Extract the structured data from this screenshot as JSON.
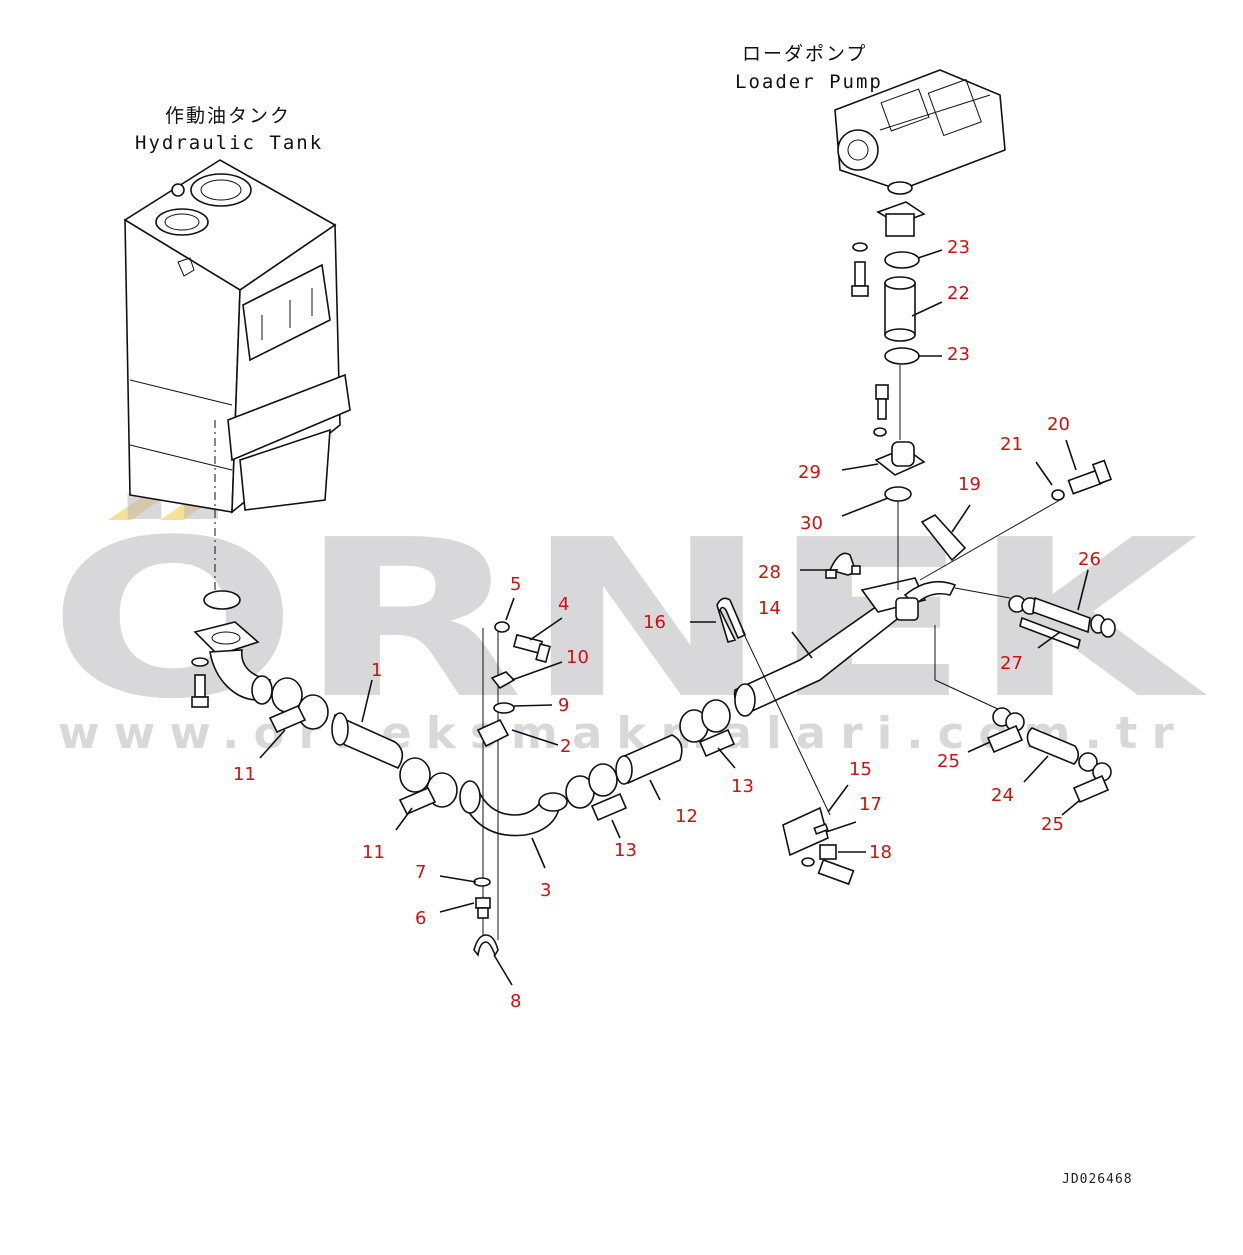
{
  "captions": {
    "tank_jp": "作動油タンク",
    "tank_en": "Hydraulic Tank",
    "pump_jp": "ローダポンプ",
    "pump_en": "Loader Pump"
  },
  "drawing_code": "JD026468",
  "watermark": {
    "brand": "ÖRNEK",
    "url": "www.orneksmakmalari.com.tr"
  },
  "callouts": [
    {
      "id": "c1",
      "text": "1"
    },
    {
      "id": "c2",
      "text": "2"
    },
    {
      "id": "c3",
      "text": "3"
    },
    {
      "id": "c4",
      "text": "4"
    },
    {
      "id": "c5",
      "text": "5"
    },
    {
      "id": "c6",
      "text": "6"
    },
    {
      "id": "c7",
      "text": "7"
    },
    {
      "id": "c8",
      "text": "8"
    },
    {
      "id": "c9",
      "text": "9"
    },
    {
      "id": "c10",
      "text": "10"
    },
    {
      "id": "c11a",
      "text": "11"
    },
    {
      "id": "c11b",
      "text": "11"
    },
    {
      "id": "c12",
      "text": "12"
    },
    {
      "id": "c13a",
      "text": "13"
    },
    {
      "id": "c13b",
      "text": "13"
    },
    {
      "id": "c14",
      "text": "14"
    },
    {
      "id": "c15",
      "text": "15"
    },
    {
      "id": "c16",
      "text": "16"
    },
    {
      "id": "c17",
      "text": "17"
    },
    {
      "id": "c18",
      "text": "18"
    },
    {
      "id": "c19",
      "text": "19"
    },
    {
      "id": "c20",
      "text": "20"
    },
    {
      "id": "c21",
      "text": "21"
    },
    {
      "id": "c22",
      "text": "22"
    },
    {
      "id": "c23a",
      "text": "23"
    },
    {
      "id": "c23b",
      "text": "23"
    },
    {
      "id": "c24",
      "text": "24"
    },
    {
      "id": "c25a",
      "text": "25"
    },
    {
      "id": "c25b",
      "text": "25"
    },
    {
      "id": "c26",
      "text": "26"
    },
    {
      "id": "c27",
      "text": "27"
    },
    {
      "id": "c28",
      "text": "28"
    },
    {
      "id": "c29",
      "text": "29"
    },
    {
      "id": "c30",
      "text": "30"
    }
  ]
}
